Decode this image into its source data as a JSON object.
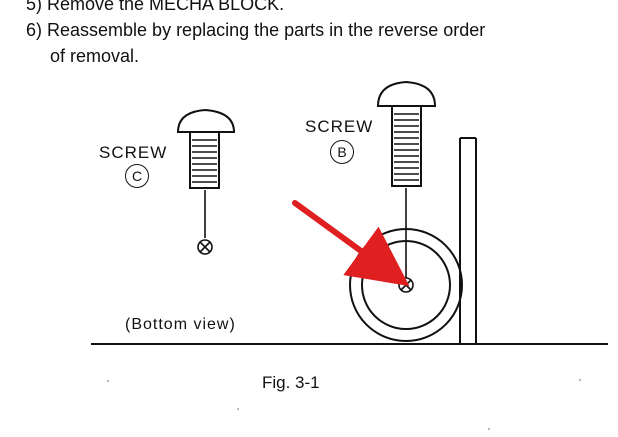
{
  "instructions": {
    "step5": "5) Remove the MECHA BLOCK.",
    "step6_line1": "6) Reassemble by replacing the parts in the reverse order",
    "step6_line2": "of removal."
  },
  "diagram": {
    "screw_c_label": "SCREW",
    "screw_c_letter": "C",
    "screw_b_label": "SCREW",
    "screw_b_letter": "B",
    "view_label": "(Bottom view)",
    "figure_caption": "Fig. 3-1"
  },
  "colors": {
    "ink": "#111111",
    "arrow": "#e02020"
  }
}
